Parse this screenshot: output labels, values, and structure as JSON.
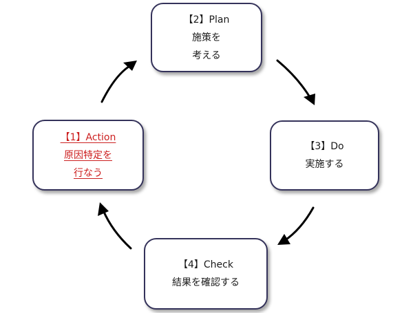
{
  "cycle": [
    {
      "key": "plan",
      "lines": [
        "【2】Plan",
        "施策を",
        "考える"
      ]
    },
    {
      "key": "do",
      "lines": [
        "【3】Do",
        "実施する"
      ]
    },
    {
      "key": "check",
      "lines": [
        "【4】Check",
        "結果を確認する"
      ]
    },
    {
      "key": "action",
      "lines": [
        "【1】Action",
        "原因特定を",
        "行なう"
      ]
    }
  ],
  "colors": {
    "box_border": "#34325a",
    "text": "#1a1a1a",
    "highlight_text": "#cc1f1f",
    "arrow": "#000000"
  },
  "highlighted_step": "action"
}
